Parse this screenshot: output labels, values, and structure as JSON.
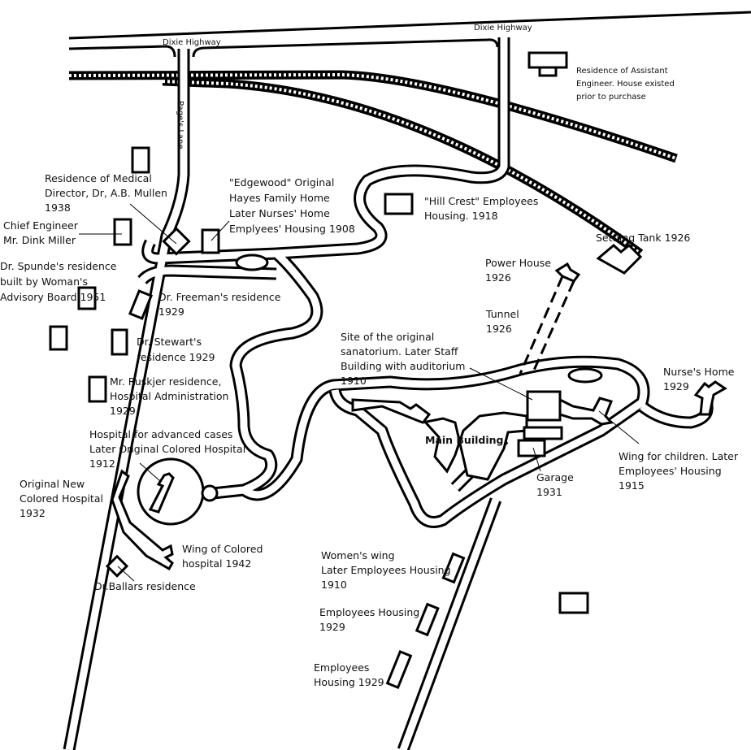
{
  "roads": {
    "dixie_highway_left": "Dixie Highway",
    "dixie_highway_right": "Dixie Highway",
    "pages_lane": "Page's Lane"
  },
  "labels": {
    "assistant_engineer": [
      "Residence of Assistant",
      "Engineer. House existed",
      "prior to purchase"
    ],
    "medical_director": [
      "Residence of Medical",
      "Director, Dr, A.B. Mullen",
      "1938"
    ],
    "chief_engineer": [
      "Chief Engineer",
      "Mr. Dink Miller"
    ],
    "edgewood": [
      "\"Edgewood\" Original",
      "Hayes Family Home",
      "Later Nurses' Home",
      "Emplyees' Housing 1908"
    ],
    "hill_crest": [
      "\"Hill Crest\" Employees",
      "Housing. 1918"
    ],
    "settling_tank": [
      "Settling Tank 1926"
    ],
    "power_house": [
      "Power House",
      "1926"
    ],
    "spunde": [
      "Dr. Spunde's residence",
      "built by Woman's",
      "Advisory Board 1951"
    ],
    "freeman": [
      "Dr. Freeman's residence",
      "1929"
    ],
    "tunnel": [
      "Tunnel",
      "1926"
    ],
    "stewart": [
      "Dr. Stewart's",
      "residence 1929"
    ],
    "original_sanatorium": [
      "Site of the original",
      "sanatorium. Later Staff",
      "Building with auditorium",
      "1910"
    ],
    "nurses_home": [
      "Nurse's Home",
      "1929"
    ],
    "ruskjer": [
      "Mr. Ruskjer residence,",
      "Hospital Administration",
      "1929"
    ],
    "main_building": [
      "Main Building"
    ],
    "advanced_cases": [
      "Hospital for advanced cases",
      "Later Original Colored Hospital",
      "1912"
    ],
    "garage": [
      "Garage",
      "1931"
    ],
    "childrens_wing": [
      "Wing for children. Later",
      "Employees' Housing",
      "1915"
    ],
    "new_colored_hospital": [
      "Original New",
      "Colored Hospital",
      "1932"
    ],
    "colored_wing": [
      "Wing of Colored",
      "hospital 1942"
    ],
    "ballars": [
      "Dr.Ballars residence"
    ],
    "womens_wing": [
      "Women's wing",
      "Later Employees Housing",
      "1910"
    ],
    "employees_housing_1": [
      "Employees Housing",
      "1929"
    ],
    "employees_housing_2": [
      "Employees",
      "Housing 1929"
    ]
  }
}
